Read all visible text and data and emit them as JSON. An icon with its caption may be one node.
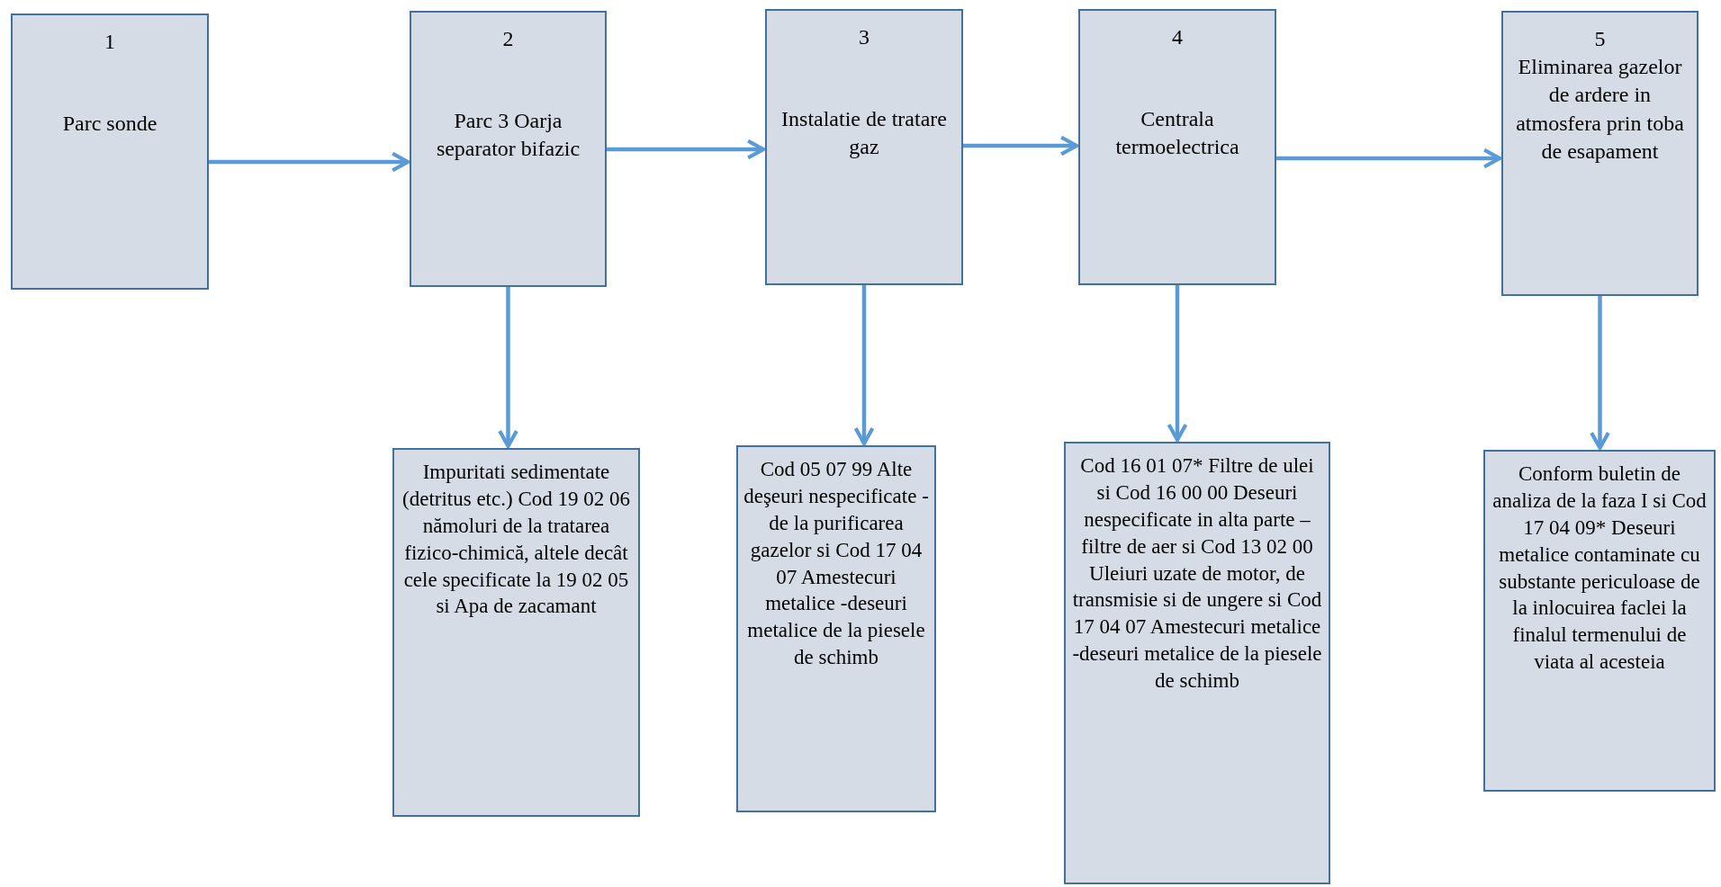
{
  "diagram": {
    "nodes": [
      {
        "text": [
          "1",
          "Parc sonde"
        ]
      },
      {
        "text": [
          "2",
          "Parc 3 Oarja separator bifazic"
        ]
      },
      {
        "text": [
          "3",
          "Instalatie de tratare gaz"
        ]
      },
      {
        "text": [
          "4",
          "Centrala termoelectrica"
        ]
      },
      {
        "text": [
          "5",
          "Eliminarea gazelor de ardere in atmosfera prin toba de esapament"
        ]
      },
      {
        "text": [
          "Impuritati sedimentate (detritus etc.) Cod 19 02 06 nămoluri de la tratarea fizico-chimică, altele decât cele specificate la 19 02 05 si Apa de zacamant"
        ]
      },
      {
        "text": [
          "Cod 05 07 99 Alte deşeuri nespecificate - de la purificarea gazelor si Cod 17 04 07 Amestecuri metalice -deseuri metalice de la piesele de schimb"
        ]
      },
      {
        "text": [
          "Cod 16 01 07* Filtre de ulei si Cod 16 00 00 Deseuri nespecificate in alta parte – filtre de aer si Cod 13 02 00 Uleiuri uzate de motor, de transmisie si de ungere si Cod 17 04 07 Amestecuri metalice -deseuri metalice de la piesele de schimb"
        ]
      },
      {
        "text": [
          "Conform buletin de analiza de la faza I si Cod 17 04 09* Deseuri metalice contaminate cu substante periculoase de la inlocuirea faclei la finalul termenului de viata al acesteia"
        ]
      }
    ],
    "edges": [
      {
        "from": 0,
        "to": 1,
        "arrow": "to"
      },
      {
        "from": 1,
        "to": 2,
        "arrow": "to"
      },
      {
        "from": 2,
        "to": 3,
        "arrow": "to"
      },
      {
        "from": 3,
        "to": 4,
        "arrow": "to"
      },
      {
        "from": 1,
        "to": 5,
        "arrow": "to"
      },
      {
        "from": 2,
        "to": 6,
        "arrow": "to"
      },
      {
        "from": 3,
        "to": 7,
        "arrow": "to"
      },
      {
        "from": 4,
        "to": 8,
        "arrow": "to"
      }
    ]
  }
}
